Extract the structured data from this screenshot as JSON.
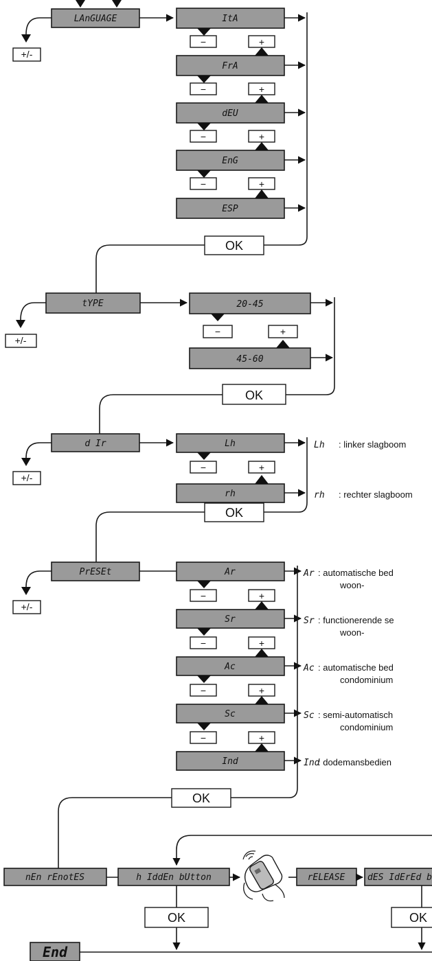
{
  "colors": {
    "display_box": "#9a9a9a",
    "line": "#1a1a1a",
    "background": "#ffffff"
  },
  "buttons": {
    "minus": "−",
    "plus": "+",
    "plus_minus": "+/-",
    "ok": "OK"
  },
  "language": {
    "menu": "LAnGUAGE",
    "options": [
      "ItA",
      "FrA",
      "dEU",
      "EnG",
      "ESP"
    ]
  },
  "type": {
    "menu": "tYPE",
    "options": [
      "20-45",
      "45-60"
    ]
  },
  "dir": {
    "menu": "d Ir",
    "options": [
      "Lh",
      "rh"
    ],
    "descriptions": [
      {
        "code": "Lh",
        "text": ": linker slagboom"
      },
      {
        "code": "rh",
        "text": ": rechter slagboom"
      }
    ]
  },
  "preset": {
    "menu": "PrESEt",
    "options": [
      "Ar",
      "Sr",
      "Ac",
      "Sc",
      "Ind"
    ],
    "descriptions": [
      {
        "code": "Ar",
        "text": ": automatische bed",
        "text2": "woon-"
      },
      {
        "code": "Sr",
        "text": ": functionerende se",
        "text2": "woon-"
      },
      {
        "code": "Ac",
        "text": ": automatische bed",
        "text2": "condominium"
      },
      {
        "code": "Sc",
        "text": ": semi-automatisch",
        "text2": "condominium"
      },
      {
        "code": "Ind",
        "text": ": dodemansbedien",
        "text2": ""
      }
    ]
  },
  "remotes": {
    "menu": "nEn rEnotES",
    "hidden": "h IddEn bUtton",
    "release": "rELEASE",
    "desired": "dES IdErEd bU"
  },
  "end": "End"
}
